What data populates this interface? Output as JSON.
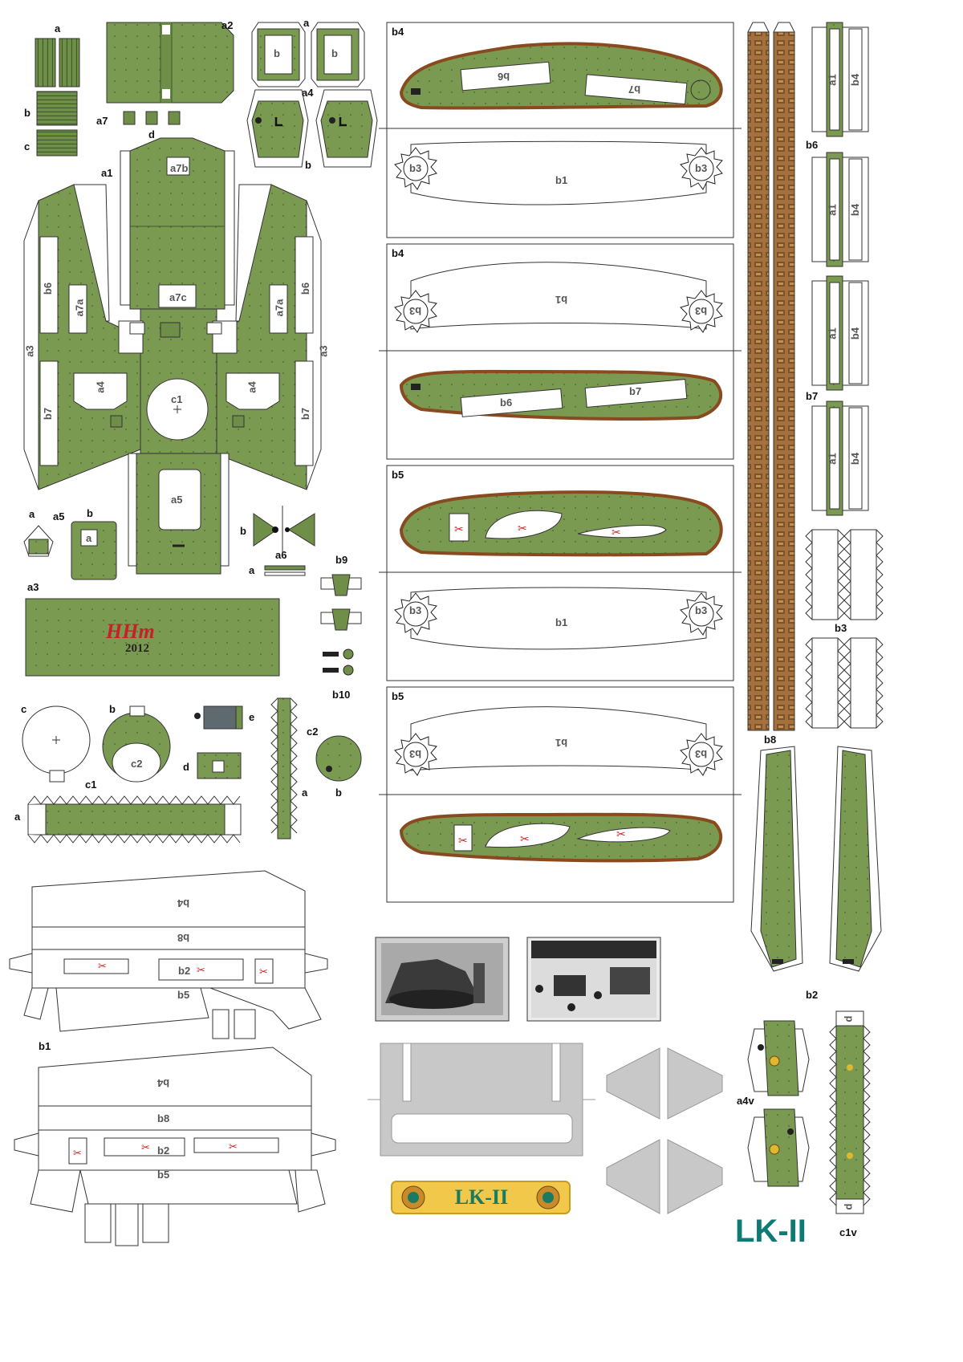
{
  "labels": {
    "a_sheet": "a",
    "b_sheet": "b",
    "c_sheet": "c",
    "a7": "a7",
    "d1": "d",
    "a2_top": "a2",
    "a1": "a1",
    "a4_top": "a4",
    "a_top": "a",
    "b_top": "b",
    "b_boxes_left": "b",
    "b_boxes_right": "b",
    "a7b": "a7b",
    "a7c": "a7c",
    "a7a_l": "a7a",
    "a7a_r": "a7a",
    "b6_l": "b6",
    "b6_r": "b6",
    "b7_l": "b7",
    "b7_r": "b7",
    "a3_l": "a3",
    "a3_r": "a3",
    "a4_l": "a4",
    "a4_r": "a4",
    "c1_center": "c1",
    "a5_center": "a5",
    "a5_label": "a5",
    "a_small": "a",
    "b_small": "b",
    "a_inner": "a",
    "b_a6": "b",
    "a6": "a6",
    "a_a6": "a",
    "b9": "b9",
    "b10": "b10",
    "a3_lower": "a3",
    "c_circle": "c",
    "b_ring": "b",
    "c2_ring": "c2",
    "e_label": "e",
    "d_label": "d",
    "c1_strip": "c1",
    "a_strip": "a",
    "c2_strip": "c2",
    "a_vstrip": "a",
    "b_disc": "b",
    "b4_p1": "b4",
    "b6_tag": "b6",
    "b7_tag": "b7",
    "b3_1": "b3",
    "b3_2": "b3",
    "b1_1": "b1",
    "b4_p2": "b4",
    "b1_2": "b1",
    "b3_3": "b3",
    "b3_4": "b3",
    "b6_tag2": "b6",
    "b7_tag2": "b7",
    "b5_p3": "b5",
    "b3_5": "b3",
    "b3_6": "b3",
    "b1_3": "b1",
    "b5_p4": "b5",
    "b1_4": "b1",
    "b3_7": "b3",
    "b3_8": "b3",
    "b8": "b8",
    "b2_right": "b2",
    "b6_right": "b6",
    "b7_right": "b7",
    "b3_right": "b3",
    "a1_s1": "a1",
    "b4_s1": "b4",
    "a1_s2": "a1",
    "b4_s2": "b4",
    "a1_s3": "a1",
    "b4_s3": "b4",
    "a1_s4": "a1",
    "b4_s4": "b4",
    "b4_low1": "b4",
    "b8_low1": "b8",
    "b2_low1": "b2",
    "b5_low1": "b5",
    "b1_low": "b1",
    "b4_low2": "b4",
    "b8_low2": "b8",
    "b2_low2": "b2",
    "b5_low2": "b5",
    "a4v": "a4v",
    "c1v": "c1v",
    "d_top": "d",
    "d_bot": "d"
  },
  "logo": {
    "letters": "HHm",
    "year": "2012"
  },
  "nameplate": "LK-II",
  "title": "LK-II",
  "colors": {
    "olive": "#7a9a52",
    "olive_dark": "#3e5a2a",
    "track_brown": "#9a6a3a",
    "accent_teal": "#0e7a74",
    "cut_red": "#d42020",
    "plate_gold": "#f2c84a"
  }
}
